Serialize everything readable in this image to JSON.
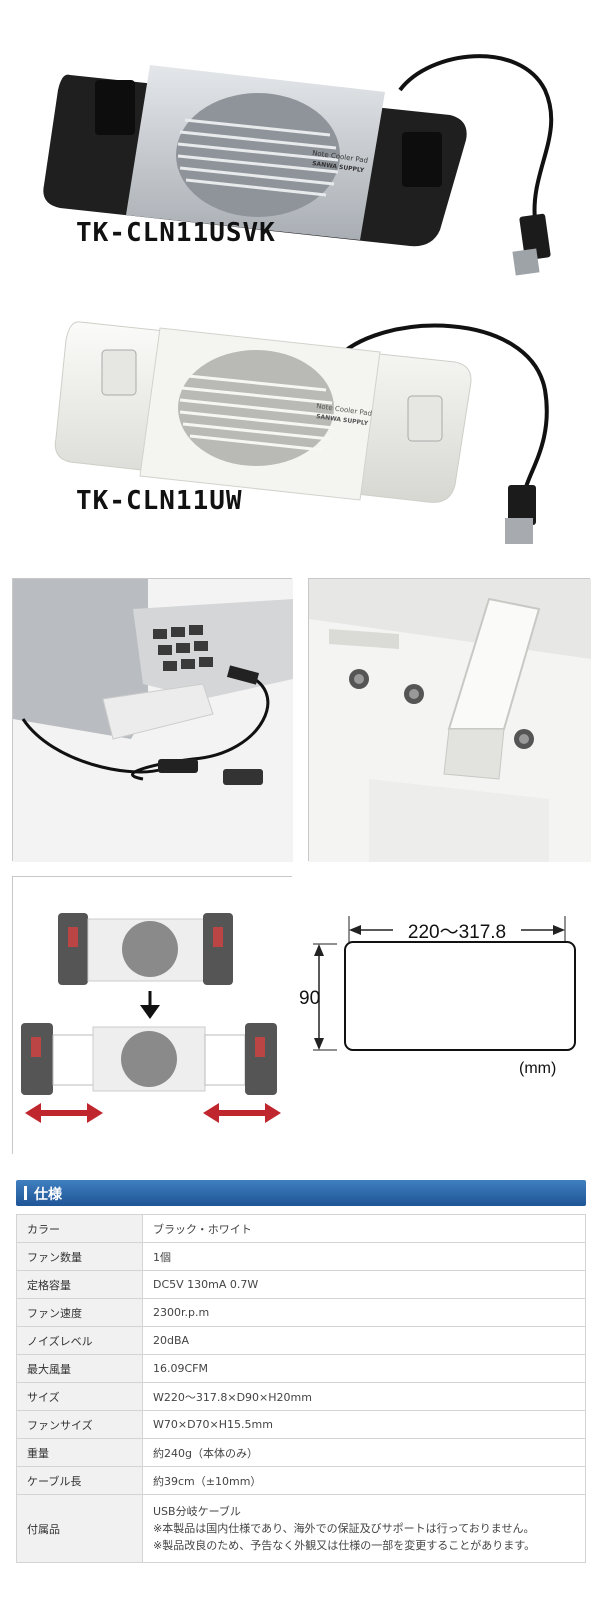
{
  "products": [
    {
      "model": "TK-CLN11USVK",
      "brand_text": "Note Cooler Pad",
      "brand_sub": "SANWA SUPPLY"
    },
    {
      "model": "TK-CLN11UW",
      "brand_text": "Note Cooler Pad",
      "brand_sub": "SANWA SUPPLY"
    }
  ],
  "dimensions": {
    "width_range": "220〜317.8",
    "depth": "90",
    "unit": "(mm)"
  },
  "spec": {
    "title": "仕様",
    "rows": [
      {
        "label": "カラー",
        "value": "ブラック・ホワイト"
      },
      {
        "label": "ファン数量",
        "value": "1個"
      },
      {
        "label": "定格容量",
        "value": "DC5V 130mA 0.7W"
      },
      {
        "label": "ファン速度",
        "value": "2300r.p.m"
      },
      {
        "label": "ノイズレベル",
        "value": "20dBA"
      },
      {
        "label": "最大風量",
        "value": "16.09CFM"
      },
      {
        "label": "サイズ",
        "value": "W220〜317.8×D90×H20mm"
      },
      {
        "label": "ファンサイズ",
        "value": "W70×D70×H15.5mm"
      },
      {
        "label": "重量",
        "value": "約240g（本体のみ）"
      },
      {
        "label": "ケーブル長",
        "value": "約39cm（±10mm）"
      },
      {
        "label": "付属品",
        "lines": [
          "USB分岐ケーブル",
          "※本製品は国内仕様であり、海外での保証及びサポートは行っておりません。",
          "※製品改良のため、予告なく外観又は仕様の一部を変更することがあります。"
        ]
      }
    ]
  },
  "colors": {
    "header_blue": "#2a66a8",
    "black_pad": "#2a2a2a",
    "silver_pad": "#c9cdd2",
    "white_pad": "#eeeeea"
  }
}
